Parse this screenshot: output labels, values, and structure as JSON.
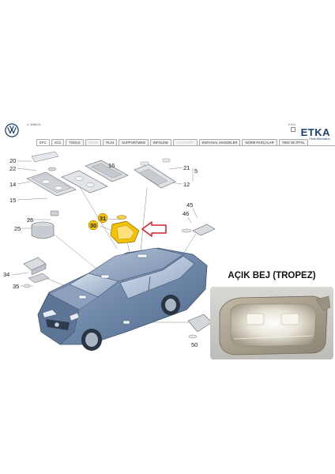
{
  "header": {
    "brand_title": "ETKA",
    "brand_subtitle": "Parts Information",
    "path_text": "V: 3NBFG1",
    "flag_text": "ETKA",
    "logo_icon": "vw-logo-icon"
  },
  "tabs": [
    {
      "label": "EPC",
      "state": "active"
    },
    {
      "label": "ACC",
      "state": "normal"
    },
    {
      "label": "TOOLS",
      "state": "normal"
    },
    {
      "label": "NORM",
      "state": "disabled"
    },
    {
      "label": "PL24",
      "state": "normal"
    },
    {
      "label": "SUPPORTWEB",
      "state": "normal"
    },
    {
      "label": "INFOLINE",
      "state": "normal"
    },
    {
      "label": "AUTOPART",
      "state": "disabled"
    },
    {
      "label": "KIMYASAL MADDELER",
      "state": "normal"
    },
    {
      "label": "NORM PARÇALAR",
      "state": "normal"
    },
    {
      "label": "YENİ VE İPTAL",
      "state": "normal"
    }
  ],
  "diagram": {
    "labels": {
      "l20": "20",
      "l22": "22",
      "l14": "14",
      "l15": "15",
      "l16": "16",
      "l21": "21",
      "l5": "5",
      "l12": "12",
      "l26": "26",
      "l25": "25",
      "l31": "31",
      "l30": "30",
      "l45": "45",
      "l46": "46",
      "l34": "34",
      "l35": "35",
      "l50": "50"
    },
    "highlighted": [
      "31",
      "30"
    ]
  },
  "caption": "AÇIK BEJ (TROPEZ)",
  "colors": {
    "brand": "#1d3f72",
    "highlight": "#f2c200",
    "arrow": "#d6202b",
    "car_body": "#6e86a8",
    "part_fill": "#cdd2d8"
  }
}
